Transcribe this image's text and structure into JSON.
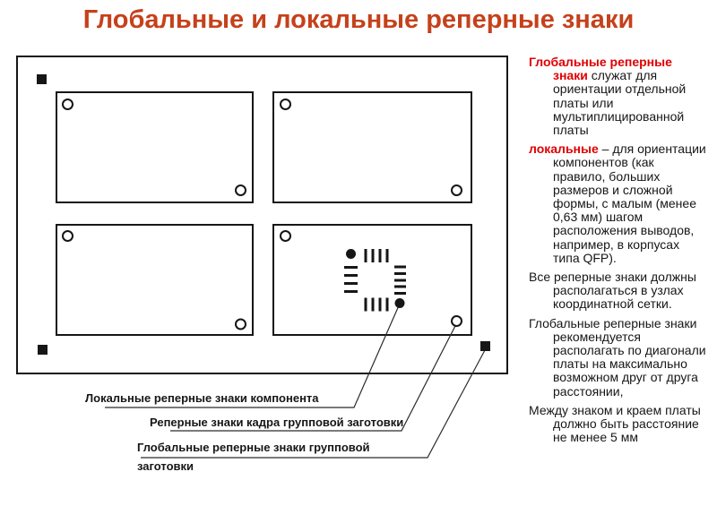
{
  "title": "Глобальные и локальные реперные знаки",
  "colors": {
    "title_red": "#c5411b",
    "accent_red": "#e00000",
    "line_black": "#161616"
  },
  "right_column": {
    "items": [
      {
        "lead": "Глобальные реперные знаки",
        "rest": " служат для ориентации отдельной платы или мультиплицированной платы"
      },
      {
        "lead": "локальные",
        "rest": " – для ориентации компонентов (как правило, больших размеров и сложной формы, с малым (менее 0,63 мм) шагом расположения выводов, например, в корпусах типа QFP)."
      },
      {
        "lead": "",
        "rest": "Все реперные знаки должны располагаться в узлах координатной сетки."
      },
      {
        "lead": "",
        "rest": "Глобальные реперные знаки рекомендуется располагать по диагонали платы на максимально возможном друг от друга расстоянии,"
      },
      {
        "lead": "",
        "rest": "Между знаком и краем платы должно быть расстояние не менее 5 мм"
      }
    ]
  },
  "diagram": {
    "labels": [
      {
        "lines": [
          "Локальные реперные знаки компонента"
        ]
      },
      {
        "lines": [
          "Реперные знаки кадра групповой заготовки"
        ]
      },
      {
        "lines": [
          "Глобальные реперные знаки групповой",
          "заготовки"
        ]
      }
    ],
    "marks": {
      "global_panel_fiducial": "filled-square-icon",
      "frame_fiducial": "open-circle-icon",
      "local_component_fiducial": "filled-dot-icon"
    }
  }
}
